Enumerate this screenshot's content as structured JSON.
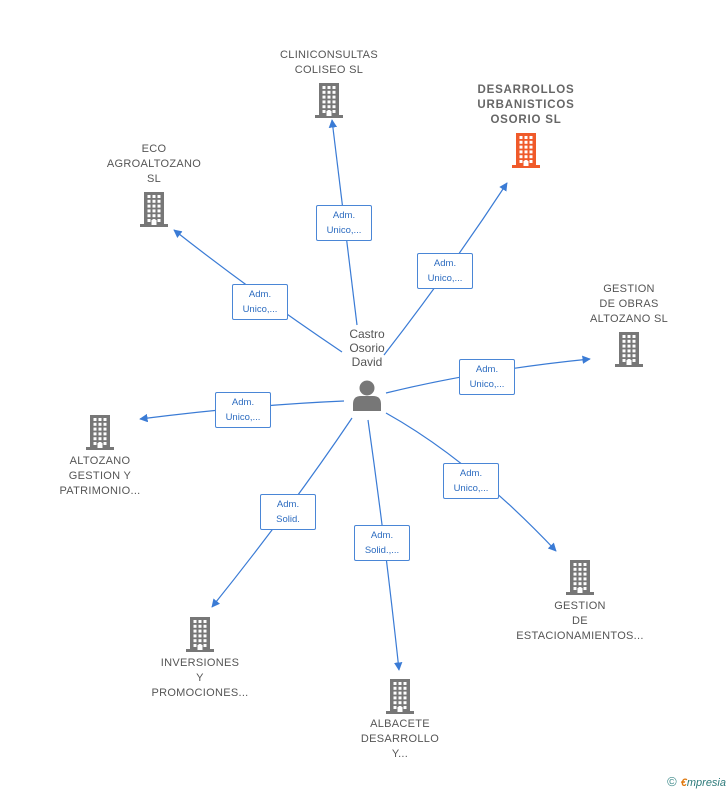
{
  "center": {
    "label": "Castro\nOsorio\nDavid",
    "icon": "person-icon"
  },
  "colors": {
    "edge": "#3a7bd5",
    "building": "#777777",
    "highlight": "#f05a2a"
  },
  "nodes": [
    {
      "id": "cliniconsultas",
      "label": "CLINICONSULTAS\nCOLISEO  SL",
      "highlight": false
    },
    {
      "id": "desarrollos",
      "label": "DESARROLLOS\nURBANISTICOS\nOSORIO  SL",
      "highlight": true
    },
    {
      "id": "eco",
      "label": "ECO\nAGROALTOZANO\nSL",
      "highlight": false
    },
    {
      "id": "gestion-obras",
      "label": "GESTION\nDE OBRAS\nALTOZANO  SL",
      "highlight": false
    },
    {
      "id": "altozano",
      "label": "ALTOZANO\nGESTION Y\nPATRIMONIO...",
      "highlight": false
    },
    {
      "id": "gestion-estac",
      "label": "GESTION\nDE\nESTACIONAMIENTOS...",
      "highlight": false
    },
    {
      "id": "inversiones",
      "label": "INVERSIONES\nY\nPROMOCIONES...",
      "highlight": false
    },
    {
      "id": "albacete",
      "label": "ALBACETE\nDESARROLLO\nY...",
      "highlight": false
    }
  ],
  "edges": [
    {
      "target": "cliniconsultas",
      "label": "Adm.\nUnico,..."
    },
    {
      "target": "desarrollos",
      "label": "Adm.\nUnico,..."
    },
    {
      "target": "eco",
      "label": "Adm.\nUnico,..."
    },
    {
      "target": "gestion-obras",
      "label": "Adm.\nUnico,..."
    },
    {
      "target": "altozano",
      "label": "Adm.\nUnico,..."
    },
    {
      "target": "gestion-estac",
      "label": "Adm.\nUnico,..."
    },
    {
      "target": "inversiones",
      "label": "Adm.\nSolid."
    },
    {
      "target": "albacete",
      "label": "Adm.\nSolid.,..."
    }
  ],
  "footer": {
    "copyright": "©",
    "brand_first": "€",
    "brand_rest": "mpresia"
  }
}
